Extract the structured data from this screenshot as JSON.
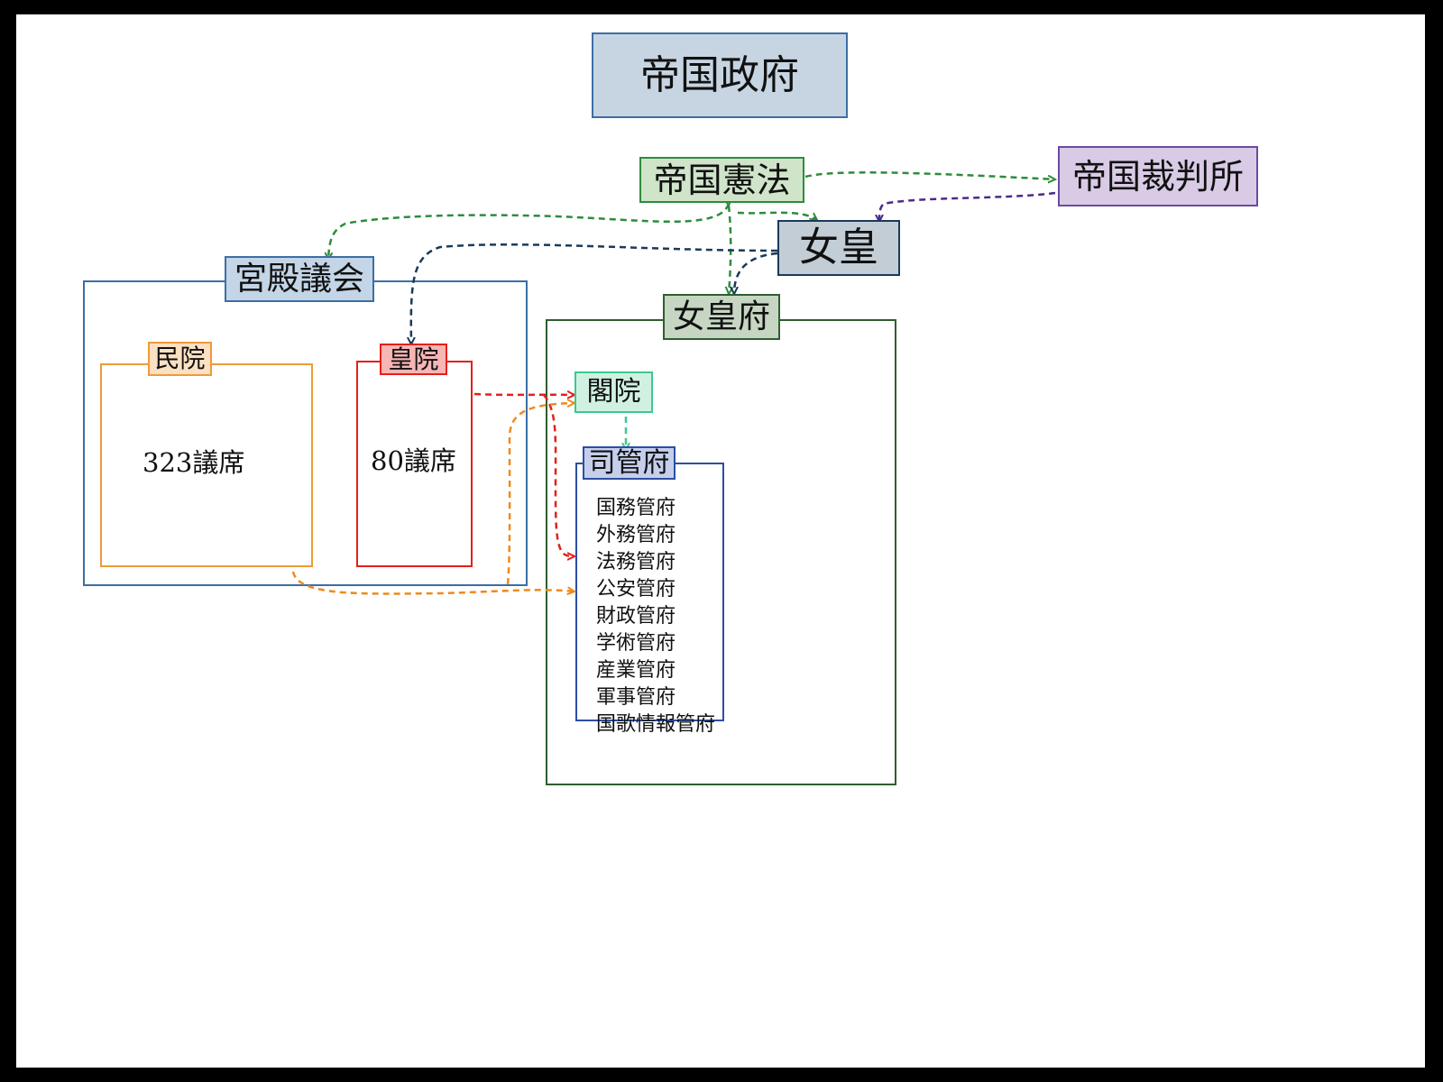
{
  "title": "帝国政府",
  "nodes": {
    "constitution": "帝国憲法",
    "court": "帝国裁判所",
    "empress": "女皇",
    "empress_office": "女皇府",
    "parliament": "宮殿議会",
    "lower_house": "民院",
    "upper_house": "皇院",
    "cabinet": "閣院",
    "ministries": "司管府"
  },
  "seats": {
    "lower_house": "323議席",
    "upper_house": "80議席"
  },
  "ministry_list": [
    "国務管府",
    "外務管府",
    "法務管府",
    "公安管府",
    "財政管府",
    "学術管府",
    "産業管府",
    "軍事管府",
    "国歌情報管府"
  ],
  "colors": {
    "green": "#2e8b3c",
    "purple": "#4b2a8c",
    "navy": "#1a3a5a",
    "red": "#e3201b",
    "orange": "#ef8a1c",
    "teal": "#3cc98f",
    "parliament_border": "#3b6ea5",
    "office_border": "#2e5e2e",
    "ministries_border": "#2c4fa0"
  }
}
